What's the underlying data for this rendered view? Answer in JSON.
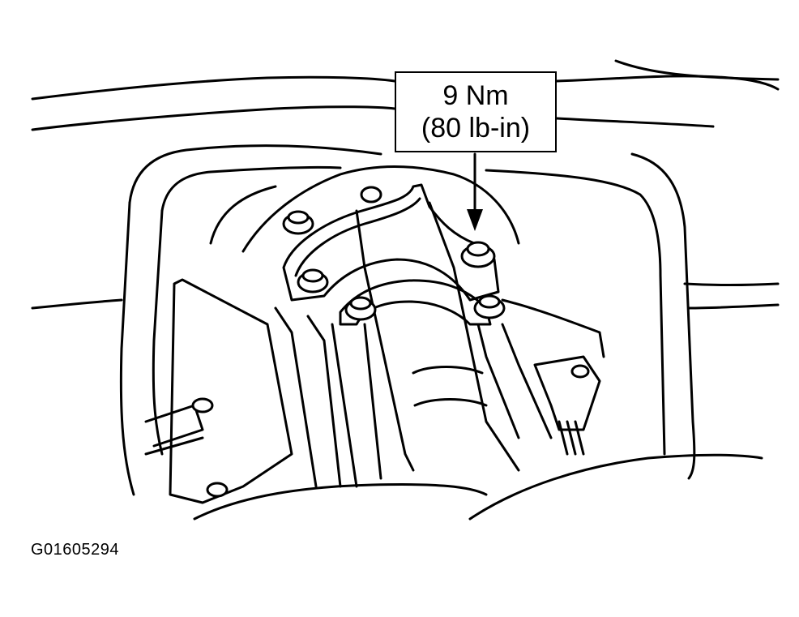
{
  "callout": {
    "torque_metric": "9 Nm",
    "torque_imperial": "(80 lb-in)"
  },
  "figure_id": "G01605294",
  "colors": {
    "line": "#000000",
    "background": "#ffffff"
  }
}
